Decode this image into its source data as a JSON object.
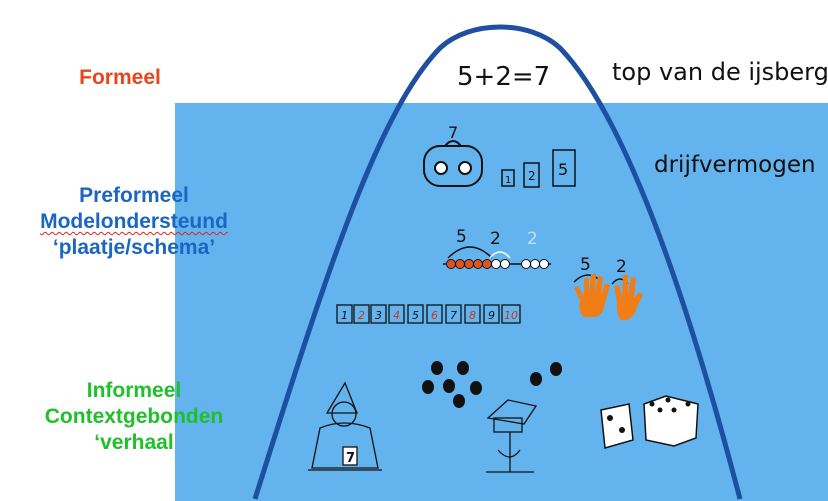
{
  "levels": {
    "formeel": [
      "Formeel"
    ],
    "preformeel": [
      "Preformeel",
      "Modelondersteund",
      "‘plaatje/schema’"
    ],
    "informeel": [
      "Informeel",
      "Contextgebonden",
      "‘verhaal"
    ]
  },
  "annotations": {
    "top": "top van de ijsberg",
    "float": "drijfvermogen",
    "formula": "5+2=7"
  },
  "pictures": {
    "purse_number": "7",
    "weights": [
      "1",
      "2",
      "5"
    ],
    "abacus_labels": [
      "5",
      "2",
      "2"
    ],
    "hand_labels": [
      "5",
      "2"
    ],
    "number_strip": [
      "1",
      "2",
      "3",
      "4",
      "5",
      "6",
      "7",
      "8",
      "9",
      "10"
    ],
    "card_number": "7"
  },
  "colors": {
    "formeel": "#e8461a",
    "preformeel": "#1b66c2",
    "informeel": "#1fc02a",
    "water": "#63b4ee",
    "iceberg_line": "#1f4fa0",
    "hands": "#f07d16"
  }
}
